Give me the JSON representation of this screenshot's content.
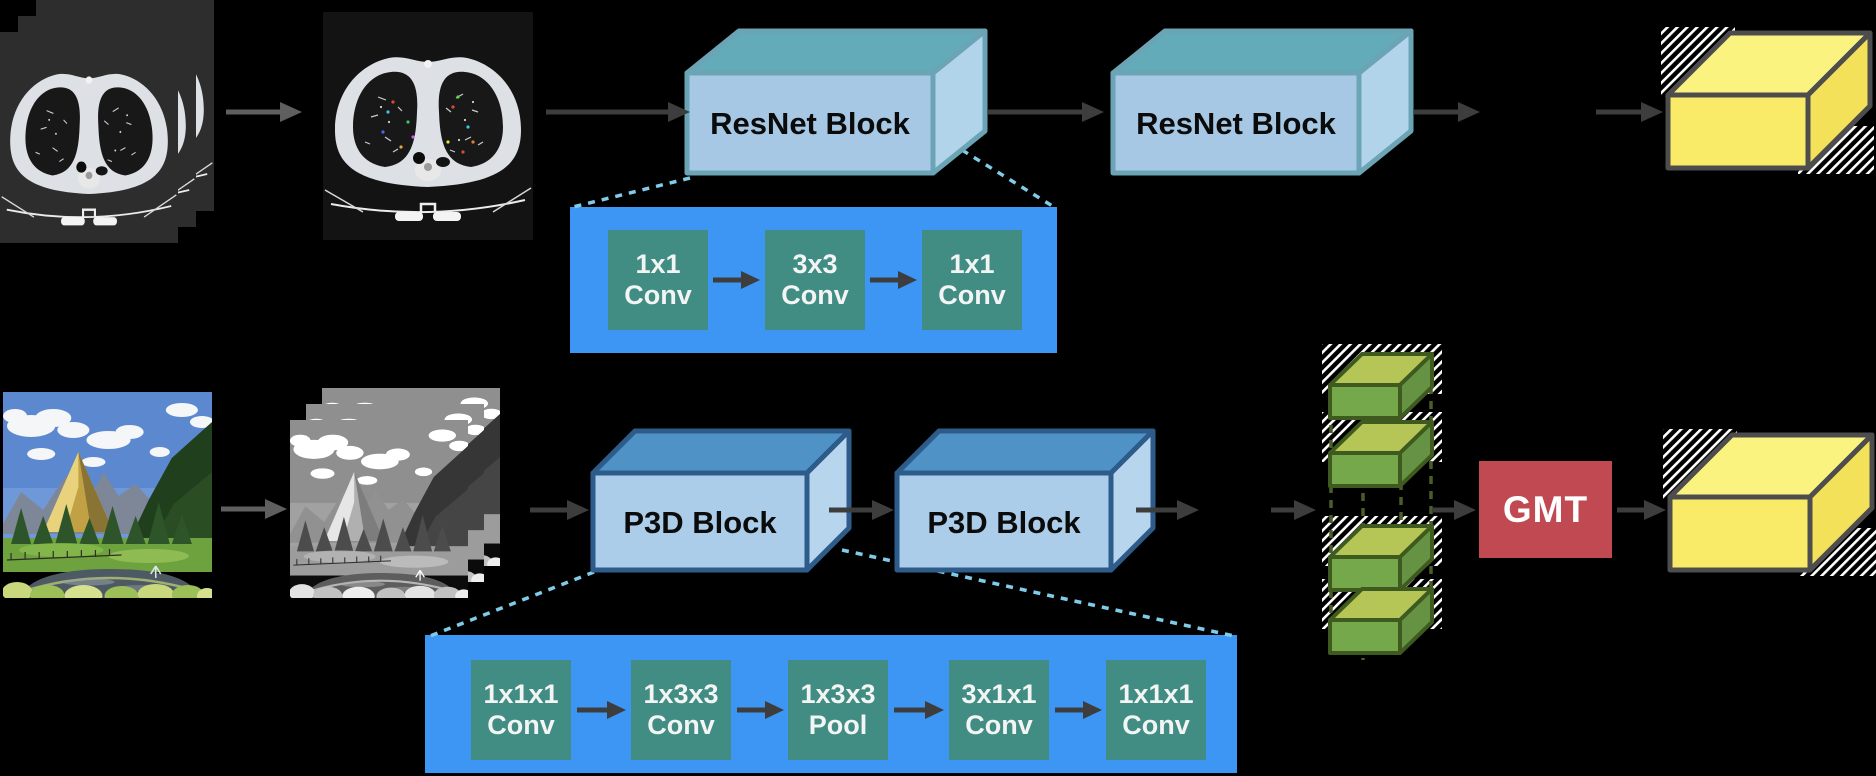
{
  "figure": {
    "type": "neural-network-architecture-diagram",
    "background": "black"
  },
  "top_pipeline": {
    "input_image": "chest-ct-slice-stack",
    "processed_image": "chest-ct-enhanced-slice",
    "block1_label": "ResNet Block",
    "block2_label": "ResNet Block",
    "output_shape": "yellow-feature-cube",
    "detail_cells": [
      {
        "line1": "1x1",
        "line2": "Conv"
      },
      {
        "line1": "3x3",
        "line2": "Conv"
      },
      {
        "line1": "1x1",
        "line2": "Conv"
      }
    ]
  },
  "bottom_pipeline": {
    "input_image": "landscape-photo-color",
    "processed_image": "landscape-grayscale-stack",
    "block1_label": "P3D Block",
    "block2_label": "P3D Block",
    "slices_shape": "green-feature-slice-stack",
    "gmt_label": "GMT",
    "output_shape": "yellow-feature-cube",
    "detail_cells": [
      {
        "line1": "1x1x1",
        "line2": "Conv"
      },
      {
        "line1": "1x3x3",
        "line2": "Conv"
      },
      {
        "line1": "1x3x3",
        "line2": "Pool"
      },
      {
        "line1": "3x1x1",
        "line2": "Conv"
      },
      {
        "line1": "1x1x1",
        "line2": "Conv"
      }
    ]
  },
  "colors": {
    "canvas_bg": "#000000",
    "resnet_front": "#a6c8e4",
    "resnet_top": "#63abb9",
    "resnet_side": "#b2d4ea",
    "resnet_border": "#6ba4b5",
    "p3d_front": "#abcde9",
    "p3d_top": "#4e92c6",
    "p3d_side": "#b7d6ee",
    "p3d_border": "#2e5c8a",
    "detail_bg": "#3d96f4",
    "cell_bg": "#418d83",
    "gmt_bg": "#c14a52",
    "slab_front": "#74a84b",
    "slab_top": "#b5c556",
    "slab_side": "#659343",
    "slab_border": "#3f5a1e",
    "slab_guide": "#4a5c28",
    "cube_front": "#f9ea67",
    "cube_top": "#faf37f",
    "cube_side": "#f3e159",
    "cube_border": "#4d4d4d",
    "arrow": "#3d3d3d",
    "connector": "#7fcbe8"
  }
}
